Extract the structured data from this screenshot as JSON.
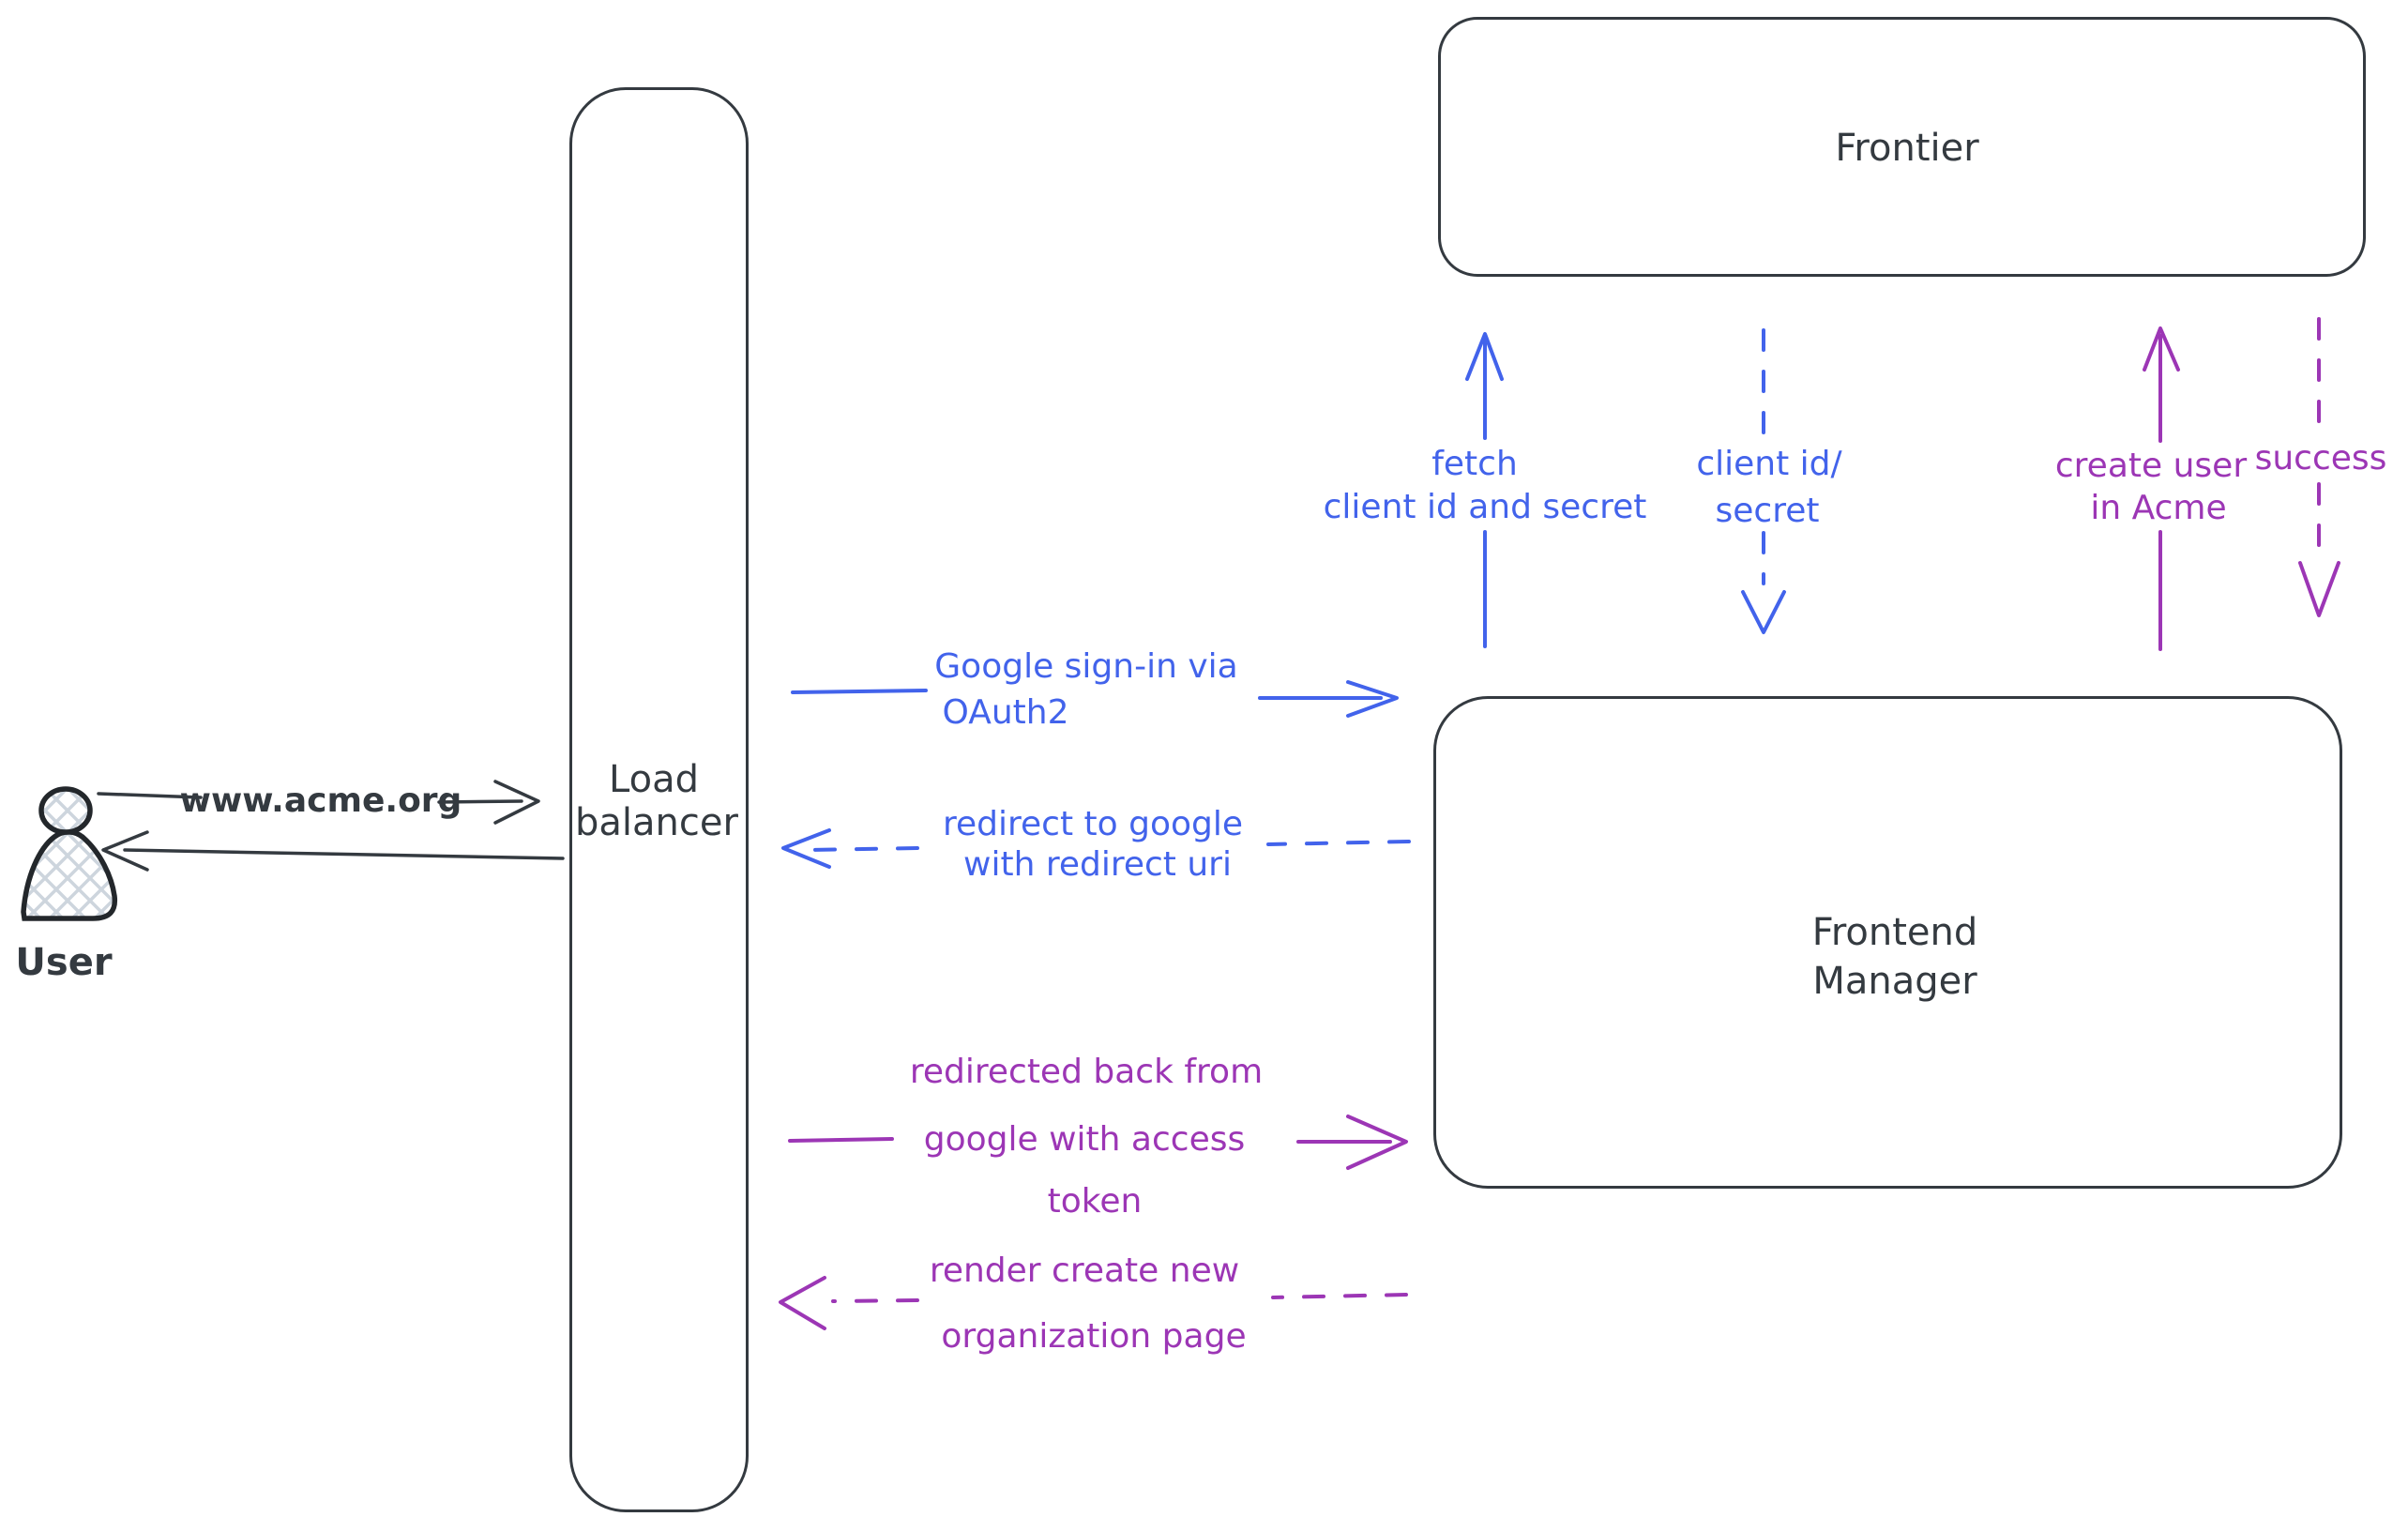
{
  "colors": {
    "dark": "#343a40",
    "blue": "#4263eb",
    "purple": "#9c36b5",
    "hatch": "#cdd5dd"
  },
  "nodes": {
    "user": {
      "label": "User",
      "type": "actor"
    },
    "load_balancer": {
      "lines": [
        "Load",
        "balancer"
      ]
    },
    "frontier": {
      "label": "Frontier"
    },
    "frontend_manager": {
      "lines": [
        "Frontend",
        "Manager"
      ]
    }
  },
  "arrows": {
    "www_request": {
      "lines": [
        "www.acme.org"
      ],
      "style": "solid",
      "color": "dark",
      "direction": "right"
    },
    "www_response": {
      "lines": [],
      "style": "solid",
      "color": "dark",
      "direction": "left"
    },
    "google_signin": {
      "lines": [
        "Google sign-in via",
        "OAuth2"
      ],
      "style": "solid",
      "color": "blue",
      "direction": "right"
    },
    "redirect_google": {
      "lines": [
        "redirect to google",
        "with redirect uri"
      ],
      "style": "dashed",
      "color": "blue",
      "direction": "left"
    },
    "fetch_credentials": {
      "lines": [
        "fetch",
        "client id and secret"
      ],
      "style": "solid",
      "color": "blue",
      "direction": "up"
    },
    "client_id_secret": {
      "lines": [
        "client id/",
        "secret"
      ],
      "style": "dashed",
      "color": "blue",
      "direction": "down"
    },
    "create_user": {
      "lines": [
        "create user",
        "in Acme"
      ],
      "style": "solid",
      "color": "purple",
      "direction": "up"
    },
    "success": {
      "lines": [
        "success"
      ],
      "style": "dashed",
      "color": "purple",
      "direction": "down"
    },
    "redirected_back": {
      "lines": [
        "redirected back from",
        "google with access",
        "token"
      ],
      "style": "solid",
      "color": "purple",
      "direction": "right"
    },
    "render_org_page": {
      "lines": [
        "render create new",
        "organization page"
      ],
      "style": "dashed",
      "color": "purple",
      "direction": "left"
    }
  }
}
